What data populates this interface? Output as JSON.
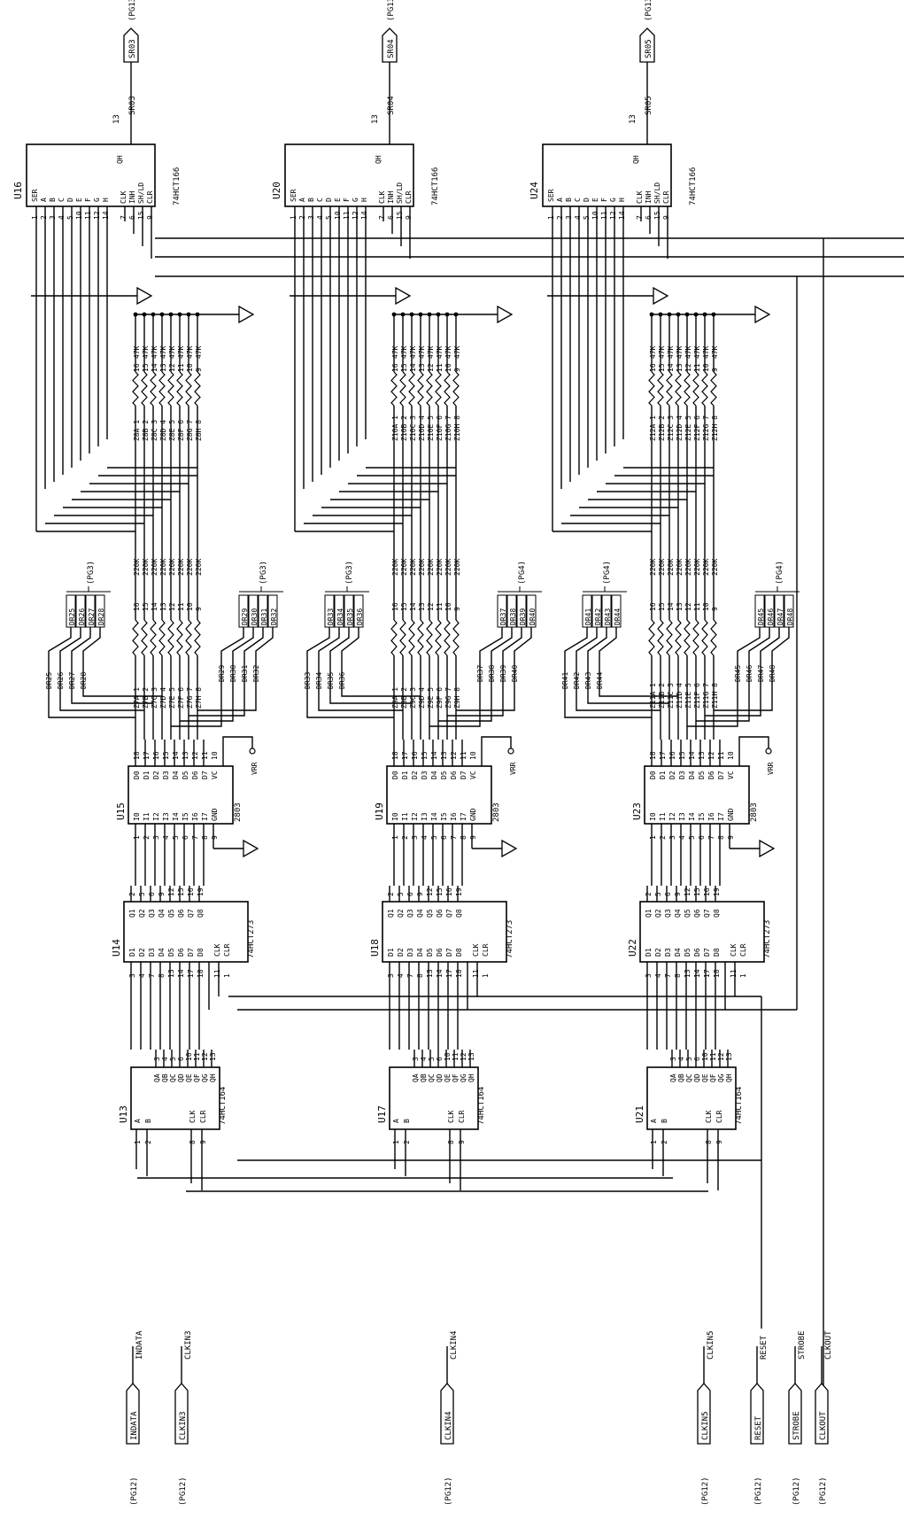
{
  "channels": [
    {
      "shift_reg": {
        "ref": "U16",
        "part": "74HCT166",
        "out_net": "SR03",
        "page": "(PG13)",
        "pin13": "13",
        "qh": "QH"
      },
      "pullup": {
        "ref": "Z8",
        "value": "47K"
      },
      "series": {
        "ref": "Z7",
        "value": "220K"
      },
      "driver": {
        "ref": "U15",
        "part": "2803"
      },
      "latch": {
        "ref": "U14",
        "part": "74HCT273"
      },
      "sipo": {
        "ref": "U13",
        "part": "74HCT164"
      },
      "left_group": {
        "page": "(PG3)",
        "nets": [
          "DR25",
          "DR26",
          "DR27",
          "DR28"
        ]
      },
      "right_group": {
        "page": "(PG3)",
        "nets": [
          "DR29",
          "DR30",
          "DR31",
          "DR32"
        ]
      }
    },
    {
      "shift_reg": {
        "ref": "U20",
        "part": "74HCT166",
        "out_net": "SR04",
        "page": "(PG13)",
        "pin13": "13",
        "qh": "QH"
      },
      "pullup": {
        "ref": "Z10",
        "value": "47K"
      },
      "series": {
        "ref": "Z9",
        "value": "220K"
      },
      "driver": {
        "ref": "U19",
        "part": "2803"
      },
      "latch": {
        "ref": "U18",
        "part": "74HCT273"
      },
      "sipo": {
        "ref": "U17",
        "part": "74HCT164"
      },
      "left_group": {
        "page": "(PG3)",
        "nets": [
          "DR33",
          "DR34",
          "DR35",
          "DR36"
        ]
      },
      "right_group": {
        "page": "(PG4)",
        "nets": [
          "DR37",
          "DR38",
          "DR39",
          "DR40"
        ]
      }
    },
    {
      "shift_reg": {
        "ref": "U24",
        "part": "74HCT166",
        "out_net": "SR05",
        "page": "(PG13)",
        "pin13": "13",
        "qh": "QH"
      },
      "pullup": {
        "ref": "Z12",
        "value": "47K"
      },
      "series": {
        "ref": "Z11",
        "value": "220K"
      },
      "driver": {
        "ref": "U23",
        "part": "2803"
      },
      "latch": {
        "ref": "U22",
        "part": "74HCT273"
      },
      "sipo": {
        "ref": "U21",
        "part": "74HCT164"
      },
      "left_group": {
        "page": "(PG4)",
        "nets": [
          "DR41",
          "DR42",
          "DR43",
          "DR44"
        ]
      },
      "right_group": {
        "page": "(PG4)",
        "nets": [
          "DR45",
          "DR46",
          "DR47",
          "DR48"
        ]
      }
    }
  ],
  "pins": {
    "sr_left": [
      "SER",
      "A",
      "B",
      "C",
      "D",
      "E",
      "F",
      "G",
      "H"
    ],
    "sr_left_nums": [
      "1",
      "2",
      "3",
      "4",
      "5",
      "10",
      "11",
      "12",
      "14"
    ],
    "sr_right": [
      "CLK",
      "INH",
      "SH/LD",
      "CLR"
    ],
    "sr_right_nums": [
      "7",
      "6",
      "15",
      "9"
    ],
    "drv_in": [
      "I0",
      "I1",
      "I2",
      "I3",
      "I4",
      "I5",
      "I6",
      "I7",
      "GND"
    ],
    "drv_in_nums": [
      "1",
      "2",
      "3",
      "4",
      "5",
      "6",
      "7",
      "8",
      "9"
    ],
    "drv_out": [
      "D0",
      "D1",
      "D2",
      "D3",
      "D4",
      "D5",
      "D6",
      "D7",
      "VC"
    ],
    "drv_out_nums": [
      "18",
      "17",
      "16",
      "15",
      "14",
      "13",
      "12",
      "11",
      "10"
    ],
    "vrr": "VRR",
    "latch_q": [
      "Q1",
      "Q2",
      "Q3",
      "Q4",
      "Q5",
      "Q6",
      "Q7",
      "Q8"
    ],
    "latch_q_nums": [
      "2",
      "5",
      "6",
      "9",
      "12",
      "15",
      "16",
      "19"
    ],
    "latch_d": [
      "D1",
      "D2",
      "D3",
      "D4",
      "D5",
      "D6",
      "D7",
      "D8",
      "CLK",
      "CLR"
    ],
    "latch_d_nums": [
      "3",
      "4",
      "7",
      "8",
      "13",
      "14",
      "17",
      "18",
      "11",
      "1"
    ],
    "sipo_q": [
      "QA",
      "QB",
      "QC",
      "QD",
      "QE",
      "QF",
      "QG",
      "QH"
    ],
    "sipo_q_nums": [
      "3",
      "4",
      "5",
      "6",
      "10",
      "11",
      "12",
      "13"
    ],
    "sipo_in": [
      "A",
      "B",
      "CLK",
      "CLR"
    ],
    "sipo_in_nums": [
      "1",
      "2",
      "8",
      "9"
    ],
    "res_left_nums": [
      "1",
      "2",
      "3",
      "4",
      "5",
      "6",
      "7",
      "8"
    ],
    "res_right_nums": [
      "16",
      "15",
      "14",
      "13",
      "12",
      "11",
      "10",
      "9"
    ],
    "res_letters": [
      "A",
      "B",
      "C",
      "D",
      "E",
      "F",
      "G",
      "H"
    ]
  },
  "inputs": [
    {
      "box": "INDATA",
      "net": "INDATA",
      "page": "(PG12)"
    },
    {
      "box": "CLKIN3",
      "net": "CLKIN3",
      "page": "(PG12)"
    },
    {
      "box": "CLKIN4",
      "net": "CLKIN4",
      "page": "(PG12)"
    },
    {
      "box": "CLKIN5",
      "net": "CLKIN5",
      "page": "(PG12)"
    },
    {
      "box": "RESET",
      "net": "RESET",
      "page": "(PG12)"
    },
    {
      "box": "STROBE",
      "net": "STROBE",
      "page": "(PG12)"
    },
    {
      "box": "CLKOUT",
      "net": "CLKOUT",
      "page": "(PG12)"
    }
  ]
}
